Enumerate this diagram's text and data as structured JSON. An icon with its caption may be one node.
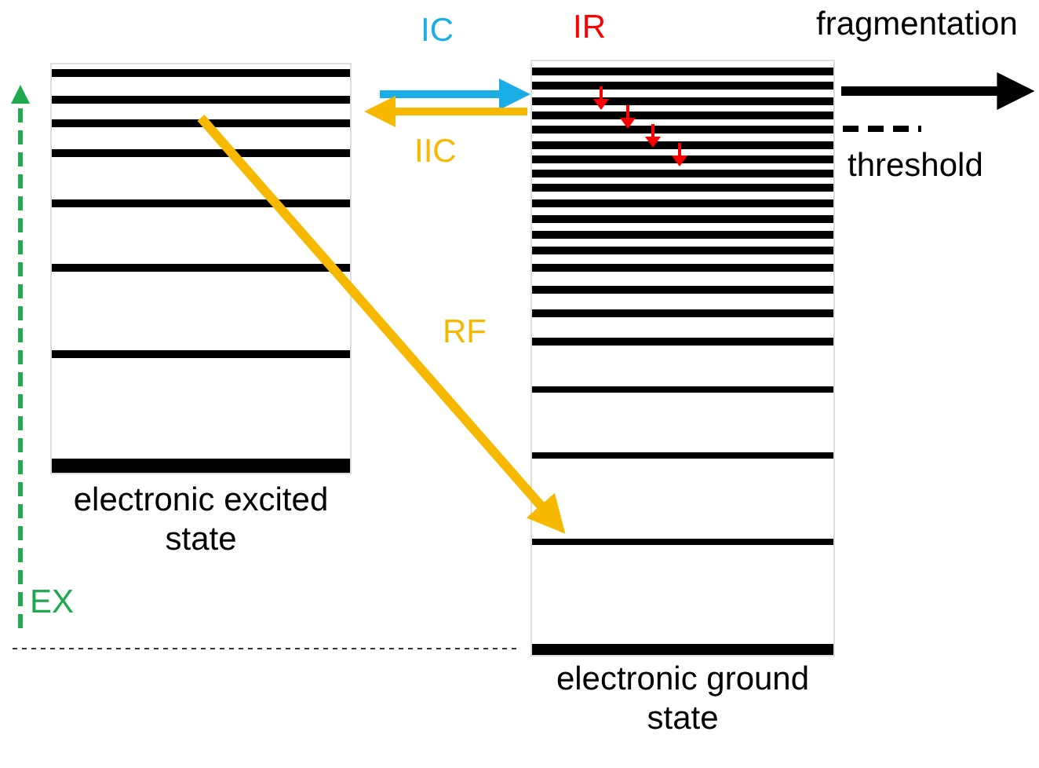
{
  "diagram": {
    "nodes": [
      {
        "text": [
          "electronic excited state"
        ]
      },
      {
        "text": [
          "electronic ground state"
        ]
      }
    ],
    "edges": [
      {
        "from": 0,
        "to": 1,
        "arrow": "to",
        "label": "IC",
        "color": "#1aaee8"
      },
      {
        "from": 1,
        "to": 0,
        "arrow": "to",
        "label": "IIC",
        "color": "#f7b800"
      },
      {
        "from": 0,
        "to": 1,
        "arrow": "to",
        "label": "RF",
        "color": "#f7b800"
      },
      {
        "from": 1,
        "to": null,
        "arrow": "to",
        "label": "fragmentation",
        "color": "#000000"
      }
    ],
    "labels": [
      "IR",
      "EX"
    ],
    "legend": [
      {
        "text": "threshold"
      }
    ]
  }
}
